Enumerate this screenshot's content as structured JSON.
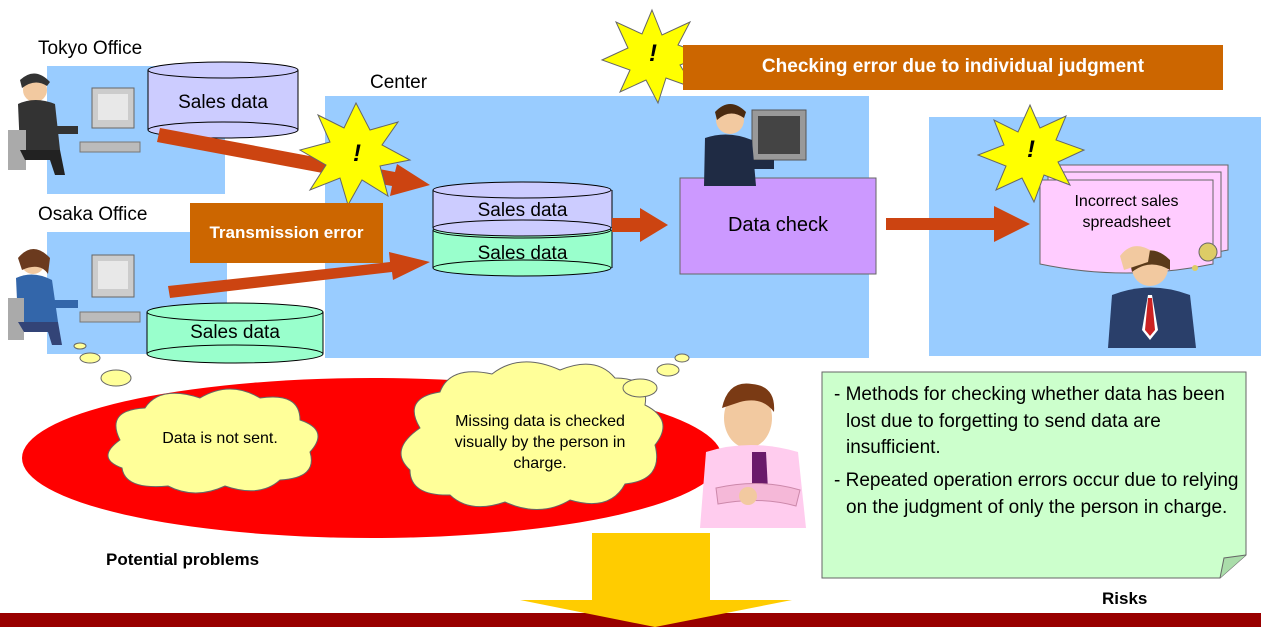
{
  "offices": {
    "tokyo": "Tokyo Office",
    "osaka": "Osaka Office",
    "center": "Center"
  },
  "cylinders": {
    "tokyo_data": "Sales data",
    "osaka_data": "Sales data",
    "center_top": "Sales data",
    "center_bottom": "Sales data"
  },
  "errors": {
    "transmission": "Transmission error",
    "judgment": "Checking error due to individual judgment"
  },
  "process": {
    "data_check": "Data check",
    "spreadsheet": "Incorrect sales spreadsheet"
  },
  "thoughts": {
    "not_sent": "Data is not sent.",
    "missing": "Missing data is checked visually by the person in charge."
  },
  "risks": {
    "item1": "- Methods for checking whether data has been lost due to forgetting to send data are insufficient.",
    "item2": "- Repeated operation errors occur due to relying on the judgment of only the person in charge.",
    "caption": "Risks"
  },
  "potential_problems": "Potential problems",
  "warning_symbol": "!",
  "colors": {
    "panel": "#99ccff",
    "error_box": "#cc6600",
    "starburst": "#ffff00",
    "check_box": "#cc99ff",
    "cylinder_lavender": "#ccccff",
    "cylinder_mint": "#99ffcc",
    "red_ellipse": "#ff0000",
    "thought_bubble": "#ffff99",
    "risk_box": "#ccffcc",
    "bottom_bar": "#990000",
    "down_arrow": "#ffcc00"
  }
}
